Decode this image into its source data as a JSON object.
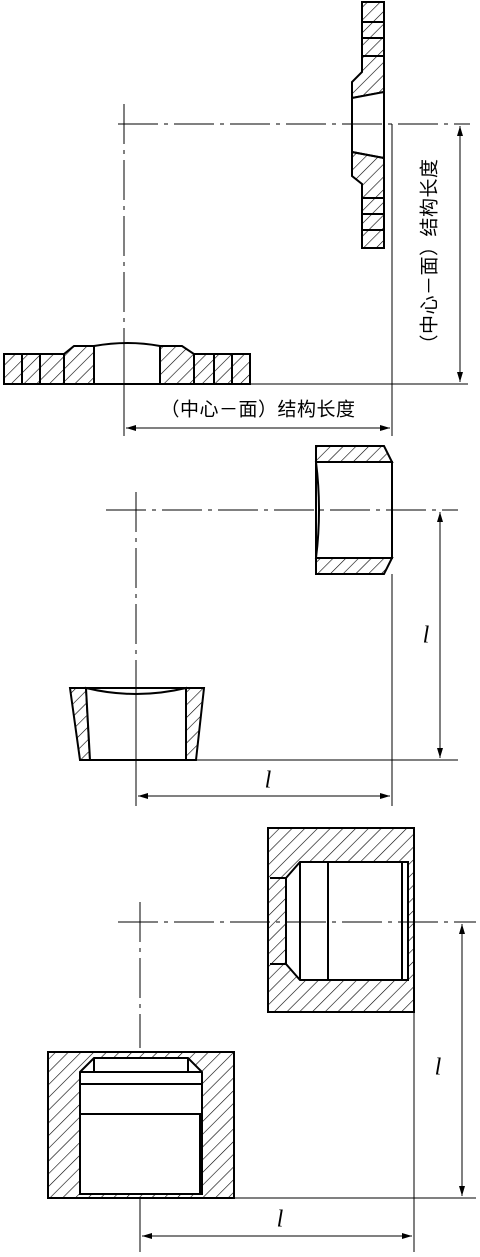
{
  "panel_1": {
    "horizontal_dimension": "（中心－面）结构长度",
    "vertical_dimension": "（中心－面）结构长度"
  },
  "panel_2": {
    "horizontal_dimension": "l",
    "vertical_dimension": "l"
  },
  "panel_3": {
    "horizontal_dimension": "l",
    "vertical_dimension": "l"
  }
}
